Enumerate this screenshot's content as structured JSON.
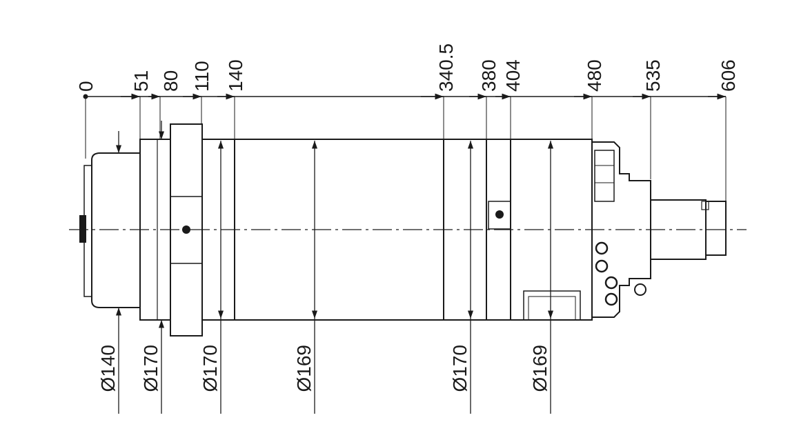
{
  "top_dimensions": [
    "0",
    "51",
    "80",
    "110",
    "140",
    "340.5",
    "380",
    "404",
    "480",
    "535",
    "606"
  ],
  "bottom_dimensions": [
    "Ø140",
    "Ø170",
    "Ø170",
    "Ø169",
    "Ø170",
    "Ø169"
  ],
  "colors": {
    "line": "#1a1a1a",
    "background": "#ffffff"
  }
}
